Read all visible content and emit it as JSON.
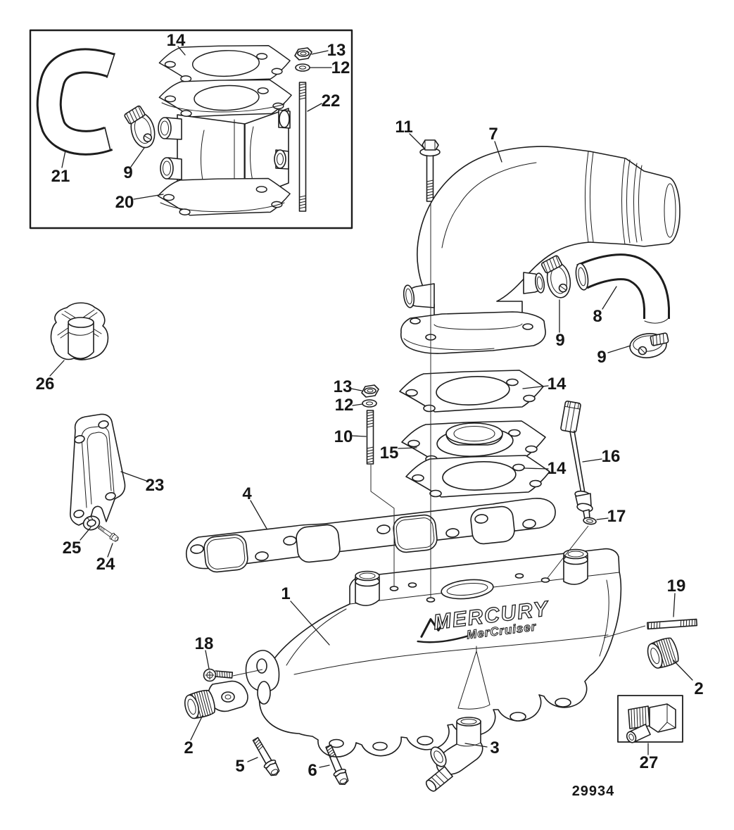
{
  "diagram": {
    "drawing_number": "29934",
    "brand": {
      "primary": "MERCURY",
      "secondary": "MerCruiser"
    },
    "callouts": [
      {
        "label": "14"
      },
      {
        "label": "13"
      },
      {
        "label": "12"
      },
      {
        "label": "22"
      },
      {
        "label": "21"
      },
      {
        "label": "9"
      },
      {
        "label": "20"
      },
      {
        "label": "11"
      },
      {
        "label": "7"
      },
      {
        "label": "8"
      },
      {
        "label": "9"
      },
      {
        "label": "9"
      },
      {
        "label": "13"
      },
      {
        "label": "12"
      },
      {
        "label": "10"
      },
      {
        "label": "14"
      },
      {
        "label": "15"
      },
      {
        "label": "14"
      },
      {
        "label": "16"
      },
      {
        "label": "17"
      },
      {
        "label": "4"
      },
      {
        "label": "1"
      },
      {
        "label": "18"
      },
      {
        "label": "2"
      },
      {
        "label": "5"
      },
      {
        "label": "6"
      },
      {
        "label": "3"
      },
      {
        "label": "19"
      },
      {
        "label": "2"
      },
      {
        "label": "27"
      },
      {
        "label": "23"
      },
      {
        "label": "25"
      },
      {
        "label": "24"
      },
      {
        "label": "26"
      }
    ]
  }
}
